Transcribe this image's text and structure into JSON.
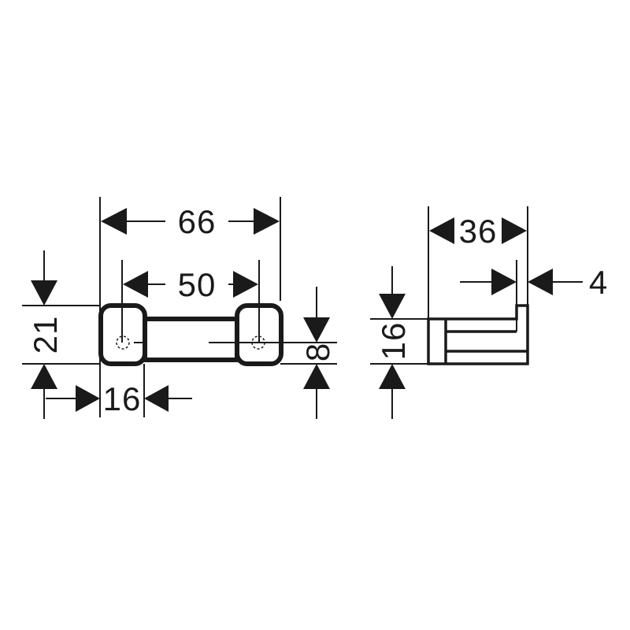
{
  "dimensions": {
    "width_total": "66",
    "hole_spacing": "50",
    "height_front": "21",
    "mount_width": "16",
    "hole_height": "8",
    "depth": "36",
    "lip": "4",
    "height_side": "16"
  },
  "colors": {
    "line": "#1a1a1a",
    "background": "#ffffff"
  }
}
